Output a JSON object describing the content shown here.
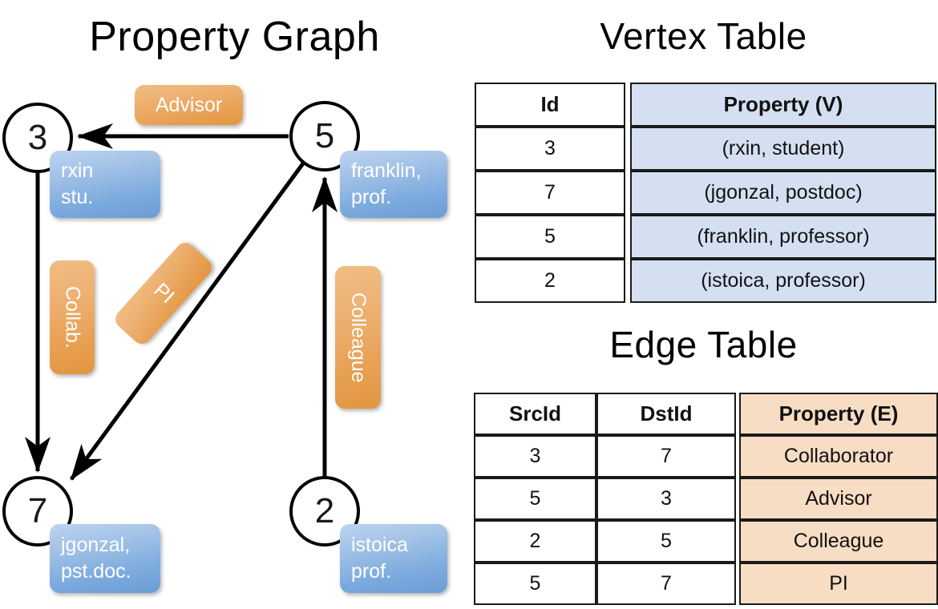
{
  "titles": {
    "property_graph": "Property Graph",
    "vertex_table": "Vertex Table",
    "edge_table": "Edge Table"
  },
  "colors": {
    "vertex_property_fill": "#d4e0f2",
    "edge_property_fill": "#f7ddc3",
    "node_box_blue": "#7aa9dd",
    "edge_label_orange": "#e79f51",
    "stroke": "#000000",
    "background": "#ffffff"
  },
  "graph": {
    "nodes": [
      {
        "id": "3",
        "label": "3",
        "property_line1": "rxin",
        "property_line2": "stu."
      },
      {
        "id": "5",
        "label": "5",
        "property_line1": "franklin,",
        "property_line2": "prof."
      },
      {
        "id": "7",
        "label": "7",
        "property_line1": "jgonzal,",
        "property_line2": "pst.doc."
      },
      {
        "id": "2",
        "label": "2",
        "property_line1": "istoica",
        "property_line2": "prof."
      }
    ],
    "edges": [
      {
        "src": "5",
        "dst": "3",
        "label": "Advisor",
        "orientation": "horizontal"
      },
      {
        "src": "3",
        "dst": "7",
        "label": "Collab.",
        "orientation": "vertical"
      },
      {
        "src": "5",
        "dst": "7",
        "label": "PI",
        "orientation": "diagonal"
      },
      {
        "src": "2",
        "dst": "5",
        "label": "Colleague",
        "orientation": "vertical"
      }
    ]
  },
  "vertex_table": {
    "headers": [
      "Id",
      "Property (V)"
    ],
    "rows": [
      {
        "id": "3",
        "property": "(rxin, student)"
      },
      {
        "id": "7",
        "property": "(jgonzal, postdoc)"
      },
      {
        "id": "5",
        "property": "(franklin, professor)"
      },
      {
        "id": "2",
        "property": "(istoica, professor)"
      }
    ]
  },
  "edge_table": {
    "headers": [
      "SrcId",
      "DstId",
      "Property (E)"
    ],
    "rows": [
      {
        "src": "3",
        "dst": "7",
        "property": "Collaborator"
      },
      {
        "src": "5",
        "dst": "3",
        "property": "Advisor"
      },
      {
        "src": "2",
        "dst": "5",
        "property": "Colleague"
      },
      {
        "src": "5",
        "dst": "7",
        "property": "PI"
      }
    ]
  }
}
